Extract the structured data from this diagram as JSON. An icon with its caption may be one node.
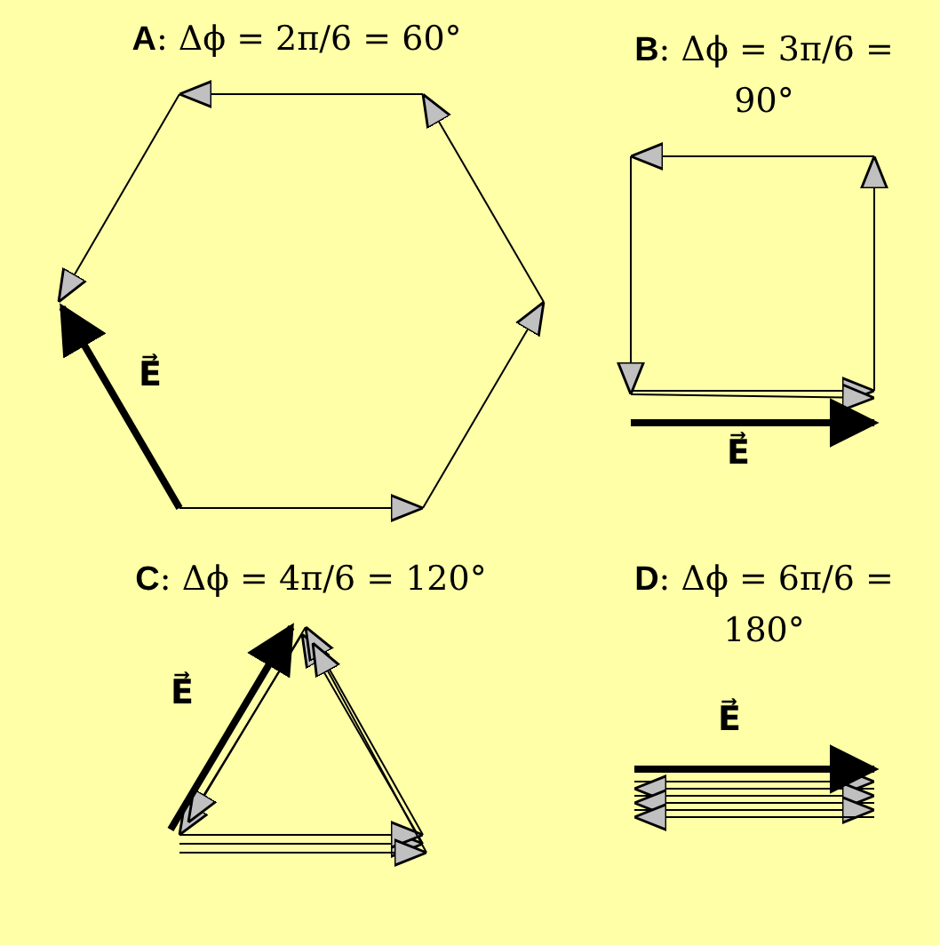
{
  "diagram": {
    "labels": [
      "**A**: Δϕ = 2π/6 = 60°",
      "**B**: Δϕ = 3π/6 = 90°",
      "E⃗",
      "E⃗",
      "**C**: Δϕ = 4π/6 = 120°",
      "**D**: Δϕ = 6π/6 = 180°",
      "E⃗",
      "E⃗"
    ]
  }
}
